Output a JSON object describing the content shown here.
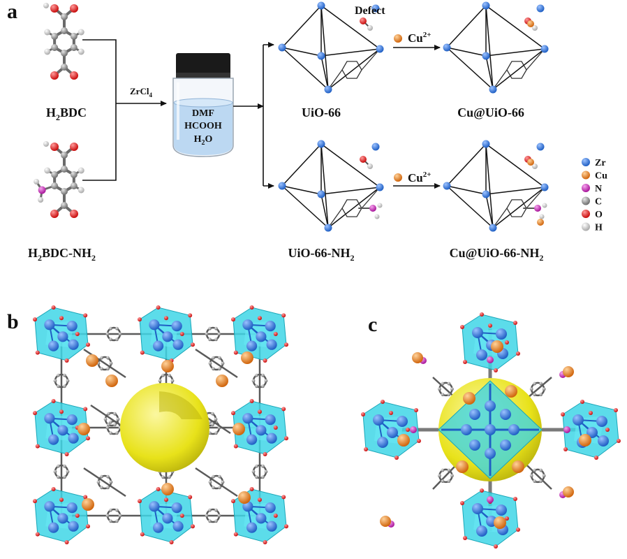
{
  "panels": {
    "a": "a",
    "b": "b",
    "c": "c"
  },
  "ligands": {
    "bdc": {
      "main": "H",
      "sub": "2",
      "rest": "BDC"
    },
    "bdc_nh2": {
      "main": "H",
      "sub": "2",
      "rest": "BDC-NH",
      "sub2": "2"
    }
  },
  "reagent": {
    "main": "ZrCl",
    "sub": "4"
  },
  "vial": {
    "line1": "DMF",
    "line2": "HCOOH",
    "line3_main": "H",
    "line3_sub": "2",
    "line3_rest": "O"
  },
  "defect_label": "Defect",
  "cu_ion": {
    "main": "Cu",
    "sup": "2+"
  },
  "frameworks": {
    "uio66": "UiO-66",
    "cu_uio66": "Cu@UiO-66",
    "uio66_nh2": {
      "main": "UiO-66-NH",
      "sub": "2"
    },
    "cu_uio66_nh2": {
      "main": "Cu@UiO-66-NH",
      "sub": "2"
    }
  },
  "legend": [
    {
      "label": "Zr",
      "color": "#1f5fc4"
    },
    {
      "label": "Cu",
      "color": "#e07a1a"
    },
    {
      "label": "N",
      "color": "#c21fb0"
    },
    {
      "label": "C",
      "color": "#8c8c8c"
    },
    {
      "label": "O",
      "color": "#e01515"
    },
    {
      "label": "H",
      "color": "#e6e6e6"
    }
  ],
  "colors": {
    "zr": "#1f5fc4",
    "cu": "#e07a1a",
    "n": "#c21fb0",
    "c": "#8c8c8c",
    "o": "#e01515",
    "h": "#e6e6e6",
    "polyhedra": "#3fd6e6",
    "cage_sphere": "#e8e21a",
    "vial_liquid": "#bcd8f2",
    "vial_cap": "#1a1a1a"
  }
}
